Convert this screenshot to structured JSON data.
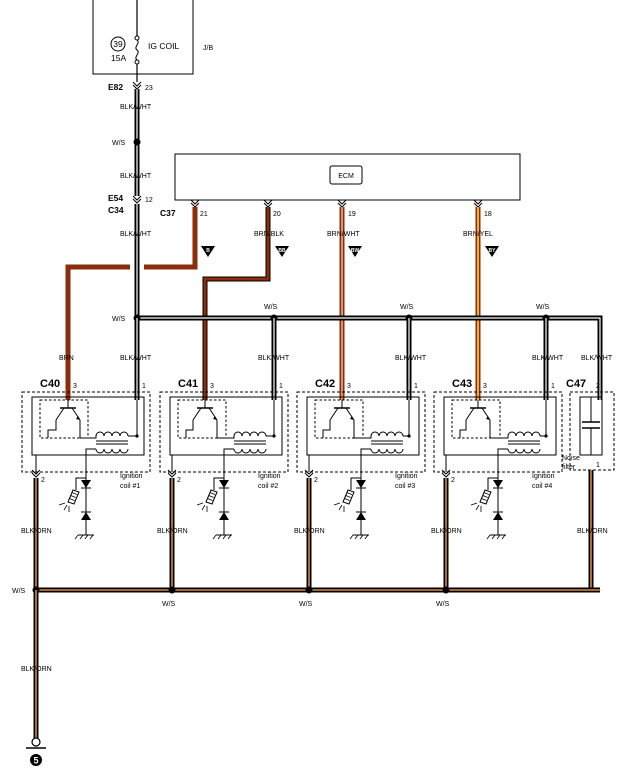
{
  "fuse": {
    "num": "39",
    "amps": "15A",
    "name": "IG COIL",
    "box": "J/B"
  },
  "connectors": {
    "e82": "E82",
    "e82_pin": "23",
    "e54": "E54",
    "c34": "C34",
    "e54_pin": "12",
    "c37": "C37",
    "ecm": "ECM",
    "c40": "C40",
    "c41": "C41",
    "c42": "C42",
    "c43": "C43",
    "c47": "C47"
  },
  "wires": {
    "blk_wht": "BLK/WHT",
    "w_s": "W/S",
    "brn": "BRN",
    "brn_blk": "BRN/BLK",
    "brn_wht": "BRN/WHT",
    "brn_yel": "BRN/YEL",
    "blk_orn": "BLK/ORN"
  },
  "pins": {
    "p21": "21",
    "p20": "20",
    "p19": "19",
    "p18": "18",
    "p1": "1",
    "p2": "2",
    "p3": "3"
  },
  "tags": {
    "b": "B",
    "bb": "BB",
    "bw": "BW",
    "by": "BY"
  },
  "coils": {
    "c1": "Ignition",
    "c1b": "coil #1",
    "c2": "Ignition",
    "c2b": "coil #2",
    "c3": "Ignition",
    "c3b": "coil #3",
    "c4": "Ignition",
    "c4b": "coil #4"
  },
  "noise": {
    "l1": "Noise",
    "l2": "filter"
  },
  "ground": {
    "num": "5"
  },
  "colors": {
    "brown": "#8B2C0A",
    "orange": "#D98A3A",
    "black": "#000000",
    "tan": "#C7A26A"
  }
}
